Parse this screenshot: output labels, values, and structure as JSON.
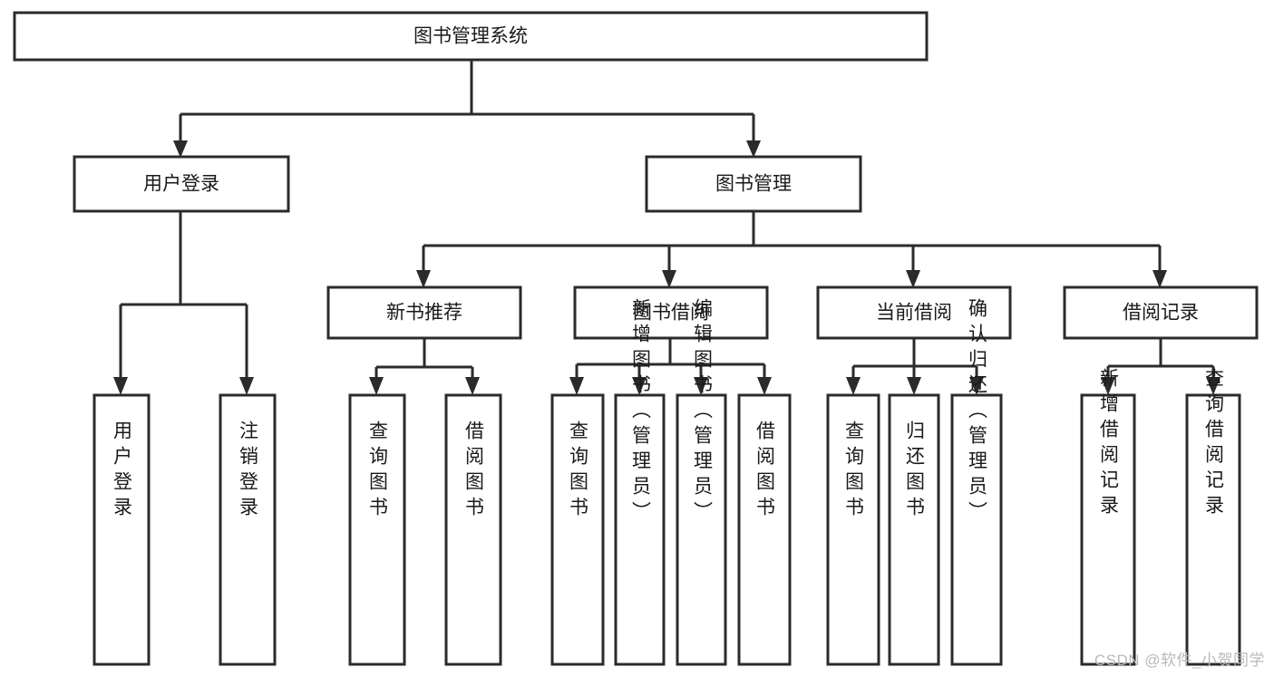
{
  "diagram": {
    "title": "图书管理系统",
    "watermark": "CSDN @软件_小贺同学",
    "accent_color": "#2b2b2b",
    "box_fill": "#ffffff",
    "levels": {
      "root": {
        "label": "图书管理系统"
      },
      "level2": [
        {
          "label": "用户登录"
        },
        {
          "label": "图书管理"
        }
      ],
      "level3": [
        {
          "label": "新书推荐"
        },
        {
          "label": "图书借阅"
        },
        {
          "label": "当前借阅"
        },
        {
          "label": "借阅记录"
        }
      ],
      "level4": {
        "user_login": [
          {
            "label": "用户登录"
          },
          {
            "label": "注销登录"
          }
        ],
        "new_book_recommend": [
          {
            "label": "查询图书"
          },
          {
            "label": "借阅图书"
          }
        ],
        "book_borrow": [
          {
            "label": "查询图书"
          },
          {
            "label": "新增图书（管理员）"
          },
          {
            "label": "编辑图书（管理员）"
          },
          {
            "label": "借阅图书"
          }
        ],
        "current_borrow": [
          {
            "label": "查询图书"
          },
          {
            "label": "归还图书"
          },
          {
            "label": "确认归还（管理员）"
          }
        ],
        "borrow_record": [
          {
            "label": "新增借阅记录"
          },
          {
            "label": "查询借阅记录"
          }
        ]
      }
    }
  }
}
